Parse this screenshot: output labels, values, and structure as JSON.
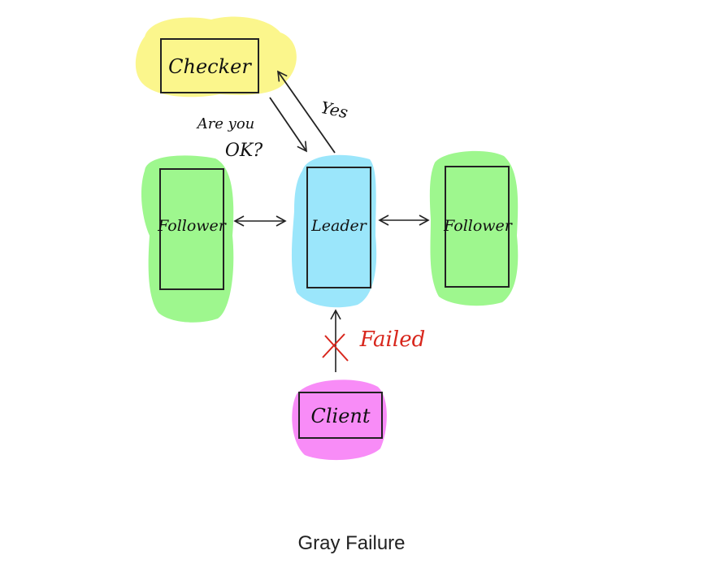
{
  "caption": "Gray Failure",
  "nodes": {
    "checker": {
      "label": "Checker",
      "color": "#fbf68c"
    },
    "follower_left": {
      "label": "Follower",
      "color": "#9ef78e"
    },
    "leader": {
      "label": "Leader",
      "color": "#9be6fb"
    },
    "follower_right": {
      "label": "Follower",
      "color": "#9ef78e"
    },
    "client": {
      "label": "Client",
      "color": "#f88cf7"
    }
  },
  "edges": {
    "question": {
      "line1": "Are you",
      "line2": "OK?"
    },
    "answer": "Yes",
    "failed": {
      "label": "Failed",
      "color": "#d8261c"
    }
  }
}
